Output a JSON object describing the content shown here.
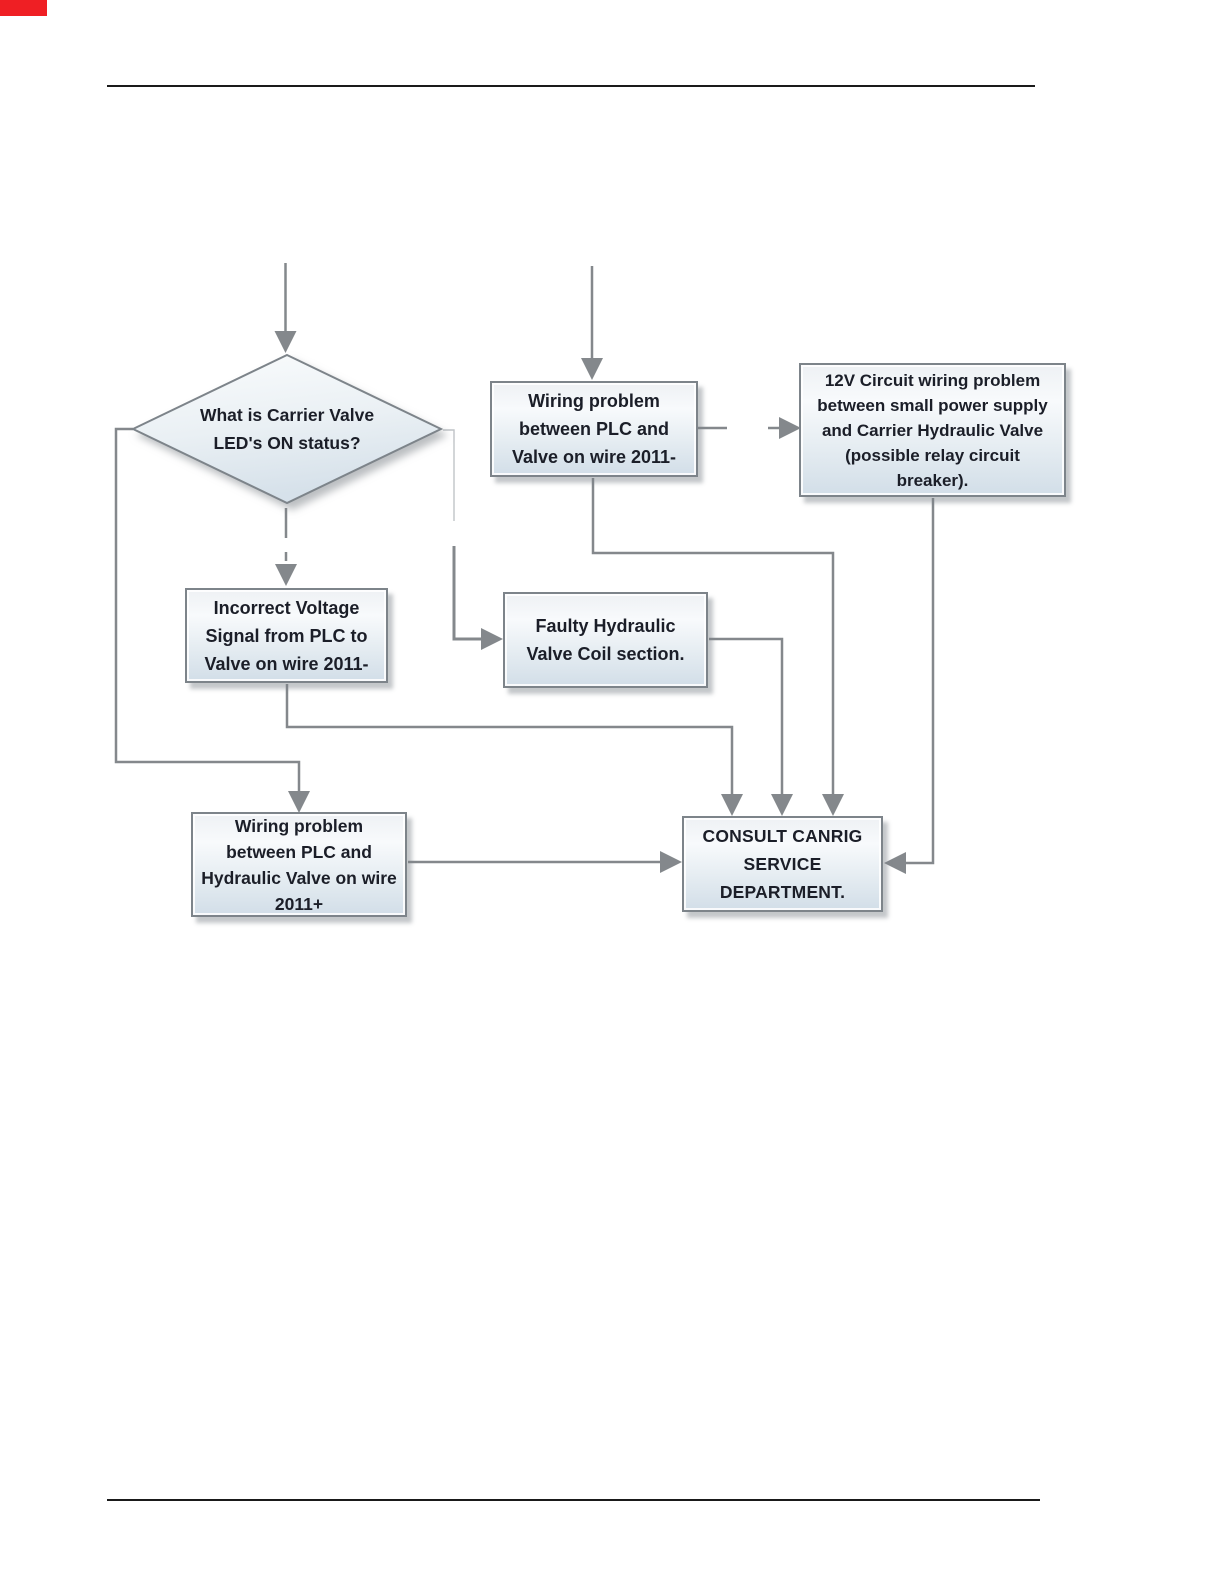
{
  "page": {
    "type": "document-flowchart-page",
    "divider_color": "#1a1a1a",
    "corner_marker_color": "#ef1f24"
  },
  "diagram": {
    "colors": {
      "node_border": "#7d848a",
      "node_fill_top": "#f8fafc",
      "node_fill_bottom": "#d2dee8",
      "connector": "#84888c",
      "text": "#1b1e28"
    },
    "nodes": [
      {
        "id": "decision",
        "type": "diamond",
        "label": "What is Carrier Valve LED's ON status?"
      },
      {
        "id": "wiring-plc-valve",
        "type": "box",
        "label": "Wiring problem between PLC and Valve on wire 2011-"
      },
      {
        "id": "12v-circuit",
        "type": "box",
        "label": "12V Circuit wiring problem between small power supply and Carrier Hydraulic Valve (possible relay circuit breaker)."
      },
      {
        "id": "incorrect-voltage",
        "type": "box",
        "label": "Incorrect Voltage Signal from PLC to Valve on wire 2011-"
      },
      {
        "id": "faulty-coil",
        "type": "box",
        "label": "Faulty Hydraulic Valve Coil section."
      },
      {
        "id": "wiring-hydraulic",
        "type": "box",
        "label": "Wiring problem between PLC and Hydraulic Valve on wire 2011+"
      },
      {
        "id": "consult",
        "type": "box",
        "label": "CONSULT CANRIG SERVICE DEPARTMENT."
      }
    ],
    "edges": [
      "above->decision",
      "above->wiring-plc-valve",
      "wiring-plc-valve->12v-circuit",
      "decision->incorrect-voltage",
      "decision->faulty-coil",
      "decision->wiring-hydraulic",
      "incorrect-voltage->consult",
      "faulty-coil->consult",
      "wiring-plc-valve->consult",
      "12v-circuit->consult",
      "wiring-hydraulic->consult"
    ]
  }
}
